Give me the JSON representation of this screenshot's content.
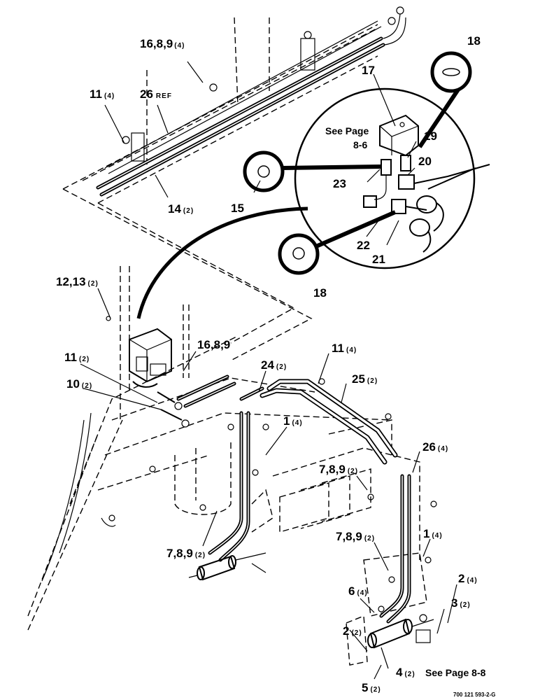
{
  "labels": {
    "l_16_8_9_top": {
      "main": "16,8,9",
      "sub": "(4)"
    },
    "l_11_top": {
      "main": "11",
      "sub": "(4)"
    },
    "l_26_ref": {
      "main": "26",
      "sub": "REF"
    },
    "l_14": {
      "main": "14",
      "sub": "(2)"
    },
    "l_15": {
      "main": "15",
      "sub": ""
    },
    "l_17": {
      "main": "17",
      "sub": ""
    },
    "l_18_top": {
      "main": "18",
      "sub": ""
    },
    "l_18_bottom": {
      "main": "18",
      "sub": ""
    },
    "l_19": {
      "main": "19",
      "sub": ""
    },
    "l_20": {
      "main": "20",
      "sub": ""
    },
    "l_21": {
      "main": "21",
      "sub": ""
    },
    "l_22": {
      "main": "22",
      "sub": ""
    },
    "l_23": {
      "main": "23",
      "sub": ""
    },
    "l_12_13": {
      "main": "12,13",
      "sub": "(2)"
    },
    "l_16_8_9_mid": {
      "main": "16,8,9",
      "sub": ""
    },
    "l_11_mid": {
      "main": "11",
      "sub": "(2)"
    },
    "l_10": {
      "main": "10",
      "sub": "(2)"
    },
    "l_24": {
      "main": "24",
      "sub": "(2)"
    },
    "l_11_right": {
      "main": "11",
      "sub": "(4)"
    },
    "l_25": {
      "main": "25",
      "sub": "(2)"
    },
    "l_1_mid": {
      "main": "1",
      "sub": "(4)"
    },
    "l_7_8_9_mid": {
      "main": "7,8,9",
      "sub": "(2)"
    },
    "l_26": {
      "main": "26",
      "sub": "(4)"
    },
    "l_7_8_9_left": {
      "main": "7,8,9",
      "sub": "(2)"
    },
    "l_7_8_9_right": {
      "main": "7,8,9",
      "sub": "(2)"
    },
    "l_1_right": {
      "main": "1",
      "sub": "(4)"
    },
    "l_6": {
      "main": "6",
      "sub": "(4)"
    },
    "l_2_right": {
      "main": "2",
      "sub": "(4)"
    },
    "l_3": {
      "main": "3",
      "sub": "(2)"
    },
    "l_2_left": {
      "main": "2",
      "sub": "(2)"
    },
    "l_4": {
      "main": "4",
      "sub": "(2)"
    },
    "l_5": {
      "main": "5",
      "sub": "(2)"
    }
  },
  "notes": {
    "see_page_8_6_line1": "See Page",
    "see_page_8_6_line2": "8-6",
    "see_page_8_8": "See Page 8-8"
  },
  "drawing_code": "700 121 593-2-G"
}
